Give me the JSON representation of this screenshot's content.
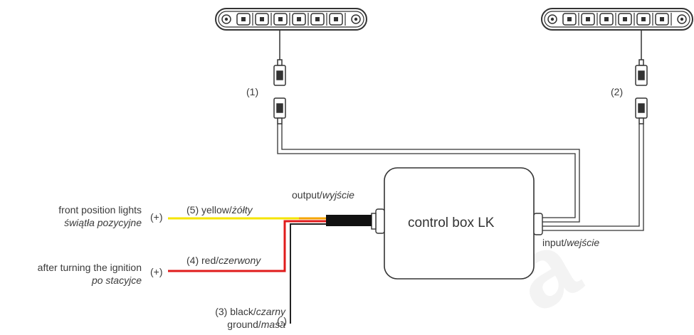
{
  "lamps": {
    "left_label": "(1)",
    "right_label": "(2)"
  },
  "box": {
    "title": "control box LK"
  },
  "ports": {
    "output": {
      "en": "output/",
      "pl": "wyjście"
    },
    "input": {
      "en": "input/",
      "pl": "wejście"
    }
  },
  "wires": {
    "yellow": {
      "num": "(5) yellow/",
      "pl": "żółty",
      "color": "#f5e400"
    },
    "red": {
      "num": "(4) red/",
      "pl": "czerwony",
      "color": "#e01b1b"
    },
    "black": {
      "num": "(3) black/",
      "pl": "czarny",
      "ground_en": "ground/",
      "ground_pl": "masa",
      "color": "#222222"
    }
  },
  "connections": {
    "front_lights": {
      "en": "front position lights",
      "pl": "świątła pozycyjne",
      "sign": "(+)"
    },
    "ignition": {
      "en": "after turning the ignition",
      "pl": "po stacyjce",
      "sign": "(+)"
    },
    "ground_sign": "(-)"
  },
  "watermark": "a"
}
